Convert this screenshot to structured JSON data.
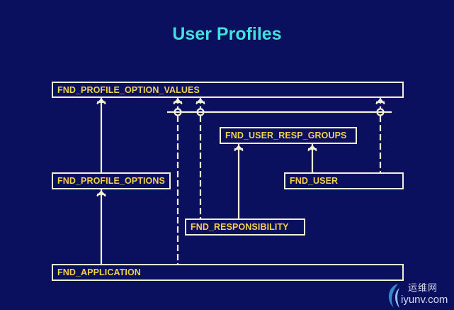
{
  "title": "User Profiles",
  "entities": {
    "profile_option_values": "FND_PROFILE_OPTION_VALUES",
    "user_resp_groups": "FND_USER_RESP_GROUPS",
    "profile_options": "FND_PROFILE_OPTIONS",
    "user": "FND_USER",
    "responsibility": "FND_RESPONSIBILITY",
    "application": "FND_APPLICATION"
  },
  "watermark": {
    "cn": "运维网",
    "en": "iyunv.com"
  },
  "colors": {
    "background": "#0a0f5e",
    "title": "#40e0e6",
    "entity_text": "#f2d24a",
    "lines": "#f4f0d6"
  }
}
